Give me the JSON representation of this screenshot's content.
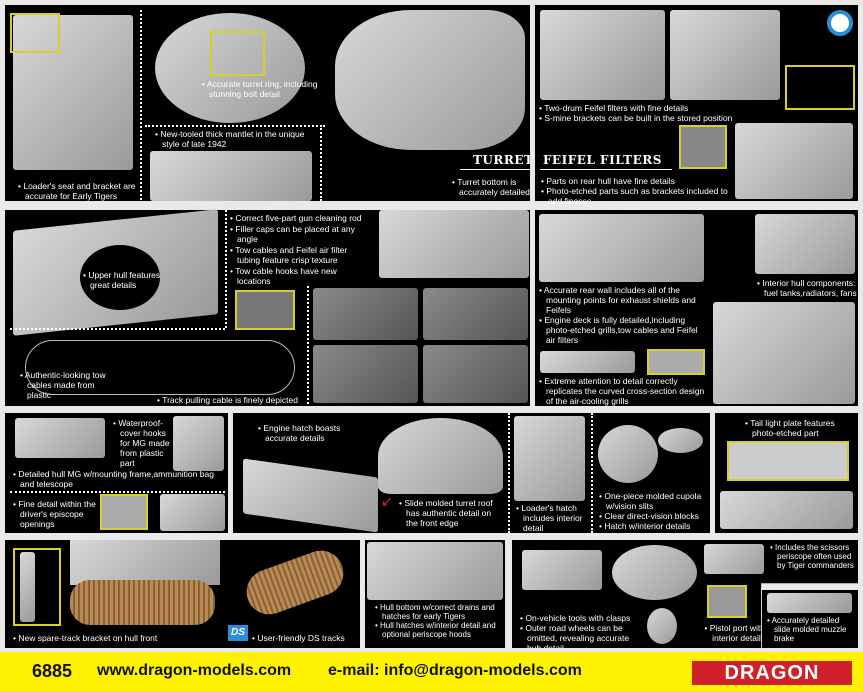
{
  "turret": {
    "title": "TURRET",
    "loader_seat": "Loader's seat and bracket are accurate for Early Tigers",
    "turret_ring": "Accurate turret ring, including stunning bolt detail",
    "mantlet": "New-tooled thick mantlet in the unique style of late 1942",
    "turret_bottom": "Turret bottom is accurately detailed"
  },
  "feifel": {
    "title": "FEIFEL FILTERS",
    "items_top": [
      "Two-drum Feifel filters with fine details",
      "S-mine brackets can be built in the stored position"
    ],
    "items_bottom": [
      "Parts on rear hull have fine details",
      "Photo-etched parts such as brackets included to add finesse"
    ]
  },
  "hull": {
    "upper_hull": "Upper hull features great details",
    "features": [
      "Correct five-part gun cleaning rod",
      "Filler caps can be placed at any angle",
      "Tow cables and Feifel air filter tubing feature crisp texture",
      "Tow cable hooks have new locations"
    ],
    "tow_cables": "Authentic-looking tow cables made from plastic",
    "track_cable": "Track pulling cable is finely depicted"
  },
  "rear": {
    "items": [
      "Accurate rear wall includes all of the mounting points for exhaust shields and Feifels",
      "Engine deck is fully detailed,including photo-etched grills,tow cables and Feifel air filters"
    ],
    "grills": "Extreme attention to detail correctly replicates the curved cross-section design of the air-cooling grills",
    "interior": "Interior hull components: fuel tanks,radiators, fans"
  },
  "row3": {
    "mg": "Detailed hull MG w/mounting frame,ammunition bag and telescope",
    "hooks": "Waterproof-cover hooks for MG made from plastic part",
    "episcope": "Fine detail within the driver's episcope openings",
    "engine_hatch": "Engine hatch boasts accurate details",
    "turret_roof": "Slide molded turret roof has authentic detail on the front edge",
    "loader_hatch": "Loader's hatch includes interior detail",
    "cupola": [
      "One-piece molded cupola w/vision slits",
      "Clear direct-vision blocks",
      "Hatch w/interior details"
    ],
    "tail_light": "Tail light plate features photo-etched part"
  },
  "row4": {
    "spare_track": "New spare-track bracket on hull front",
    "ds_logo": "DS",
    "ds_tracks": "User-friendly DS tracks",
    "hull_bottom": [
      "Hull bottom w/correct drains and hatches for early Tigers",
      "Hull hatches w/interior detail and optional periscope hoods"
    ],
    "tools": [
      "On-vehicle tools with clasps",
      "Outer road wheels can be omitted, revealing accurate hub detail"
    ],
    "scissors": "Includes the scissors periscope often used by Tiger commanders",
    "pistol_port": "Pistol port with interior details",
    "muzzle": "Accurately detailed slide molded muzzle brake"
  },
  "footer": {
    "kit_number": "6885",
    "website": "www.dragon-models.com",
    "email": "e-mail: info@dragon-models.com",
    "logo": "DRAGON"
  },
  "colors": {
    "highlight": "#d8d020",
    "footer": "#fff200",
    "logo": "#d0202a"
  }
}
